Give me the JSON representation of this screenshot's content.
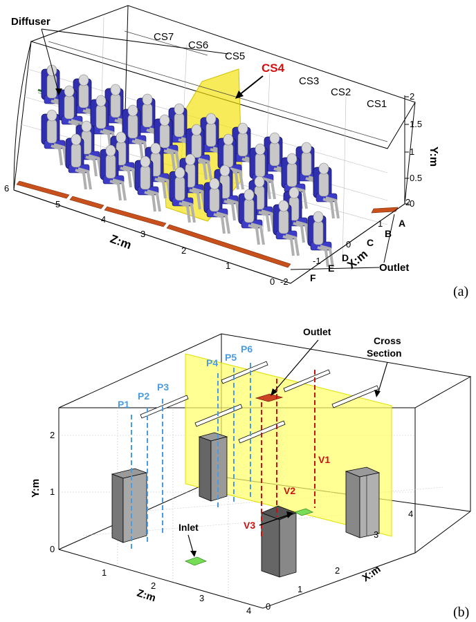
{
  "panel_a": {
    "caption": "(a)",
    "diffuser_label": "Diffuser",
    "outlet_label": "Outlet",
    "highlight_section": "CS4",
    "cross_sections": [
      "CS7",
      "CS6",
      "CS5",
      "CS3",
      "CS2",
      "CS1"
    ],
    "y_axis": {
      "label": "Y:m",
      "ticks": [
        "0",
        "0.5",
        "1",
        "1.5",
        "2"
      ]
    },
    "z_axis": {
      "label": "Z:m",
      "ticks": [
        "0",
        "1",
        "2",
        "3",
        "4",
        "5",
        "6"
      ]
    },
    "x_axis": {
      "label": "X:m",
      "ticks": [
        "-2",
        "-1",
        "0",
        "1",
        "2"
      ]
    },
    "seat_columns": [
      "A",
      "B",
      "C",
      "D",
      "E",
      "F"
    ],
    "colors": {
      "seat": "#2f2fb0",
      "passenger": "#c8c8c8",
      "cross_section": "#f2e000",
      "floor_strip": "#c8501c",
      "diffuser": "#2a7a2a",
      "highlight_text": "#d01010"
    }
  },
  "panel_b": {
    "caption": "(b)",
    "outlet_label": "Outlet",
    "cross_section_label": [
      "Cross",
      "Section"
    ],
    "inlet_label": "Inlet",
    "probe_lines": [
      "P1",
      "P2",
      "P3",
      "P4",
      "P5",
      "P6"
    ],
    "vertical_lines": [
      "V1",
      "V2",
      "V3"
    ],
    "y_axis": {
      "label": "Y:m",
      "ticks": [
        "0",
        "1",
        "2"
      ]
    },
    "z_axis": {
      "label": "Z:m",
      "ticks": [
        "1",
        "2",
        "3",
        "4"
      ]
    },
    "x_axis": {
      "label": "X:m",
      "ticks": [
        "0",
        "1",
        "2",
        "3",
        "4"
      ]
    },
    "colors": {
      "probe": "#4a9be0",
      "vline": "#cc1010",
      "plane": "#ffff66",
      "inlet": "#77dd55",
      "outlet": "#cc4422",
      "box": "#777777"
    }
  }
}
